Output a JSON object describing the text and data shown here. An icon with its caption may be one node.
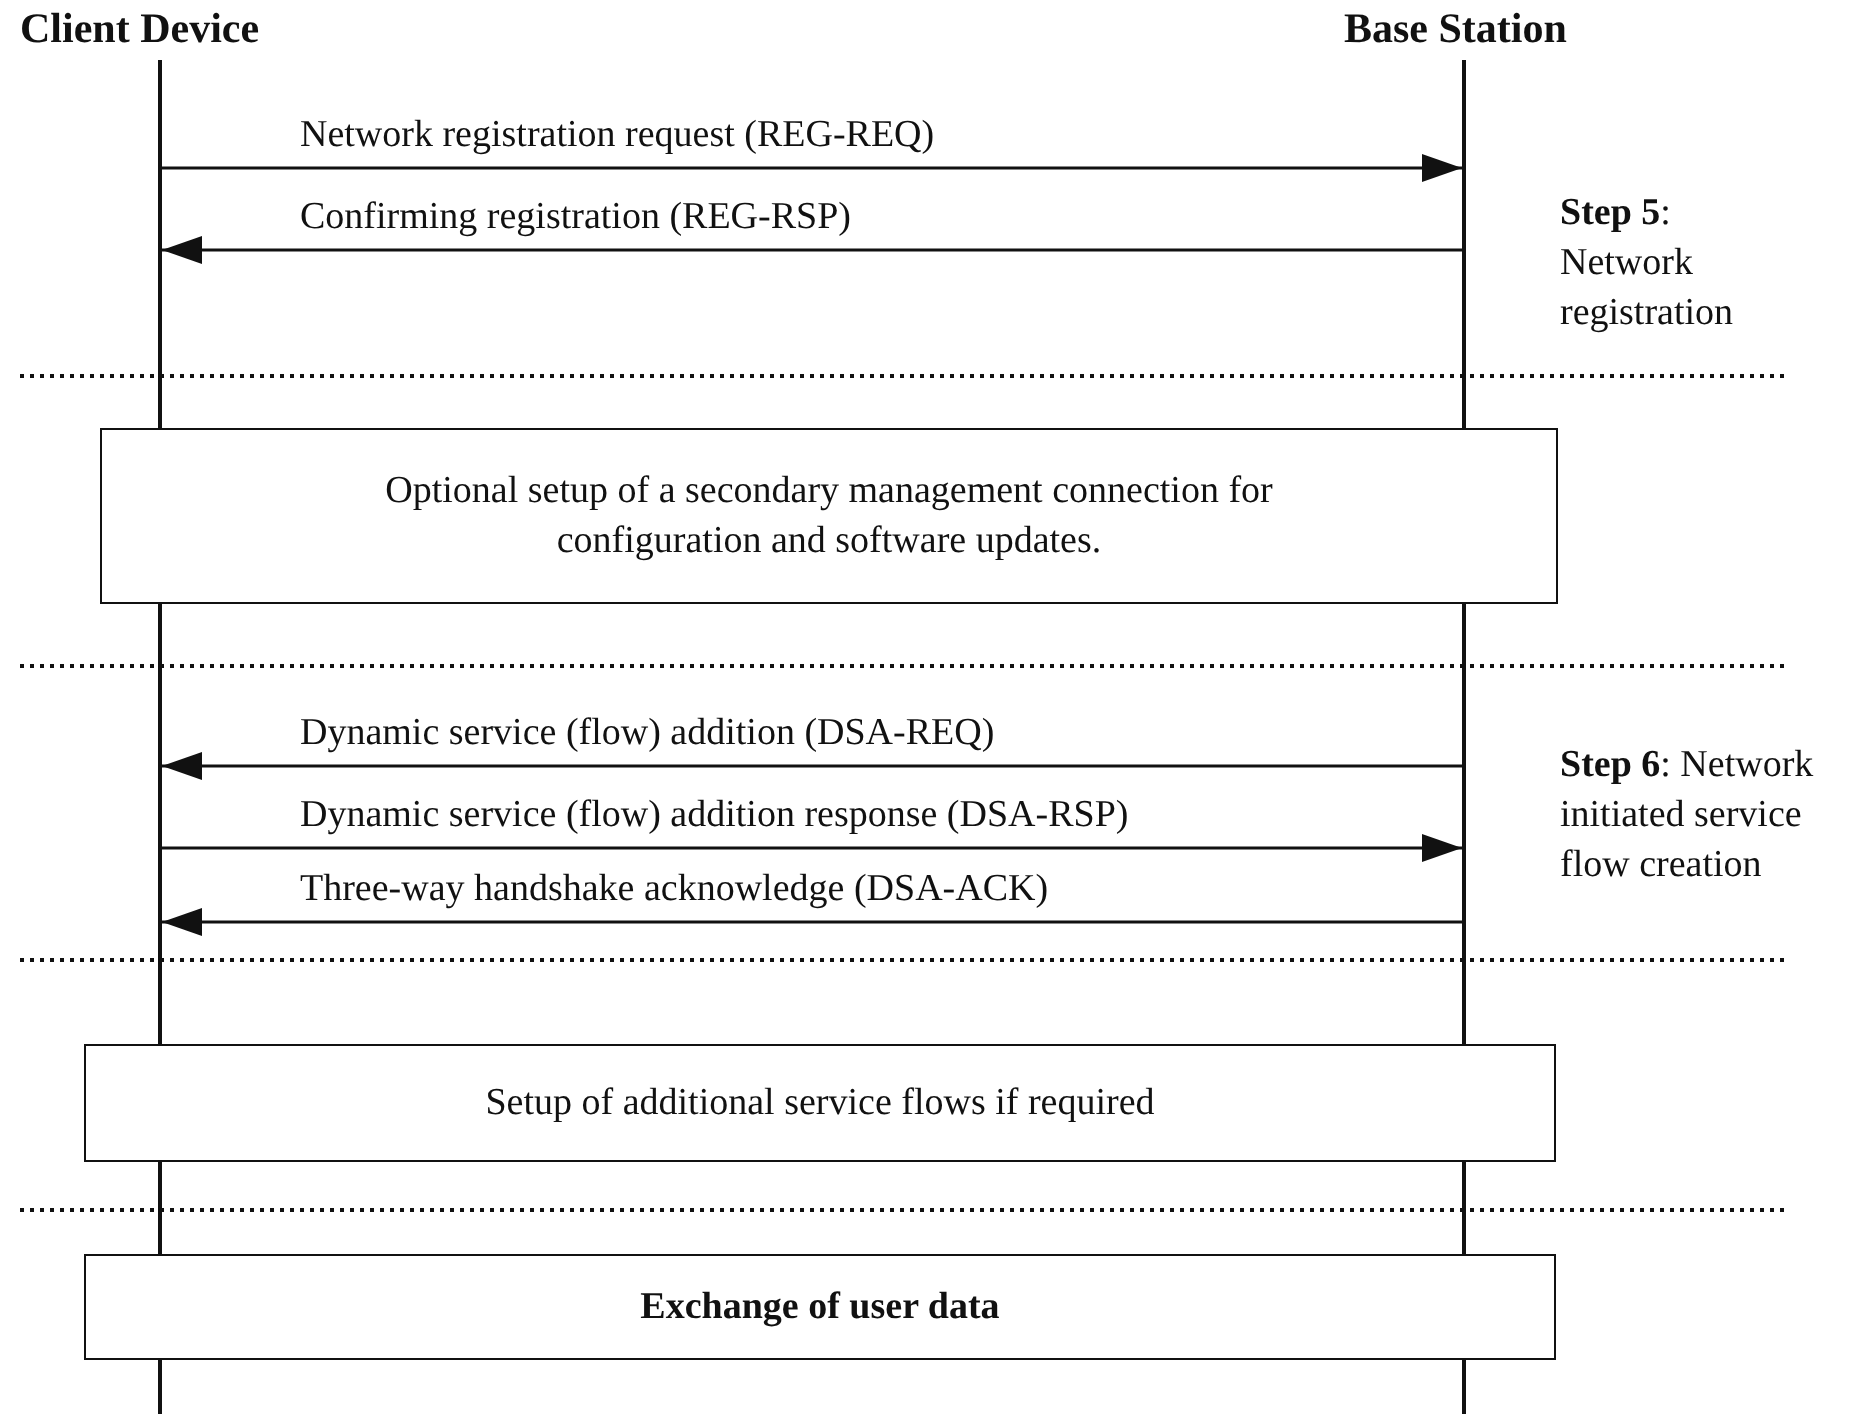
{
  "diagram": {
    "nodes": [
      {
        "text": [
          "Client Device"
        ]
      },
      {
        "text": [
          "Base Station"
        ]
      },
      {
        "text": [
          "Optional setup of a secondary management connection for configuration and software updates."
        ]
      },
      {
        "text": [
          "Setup of additional service flows if required"
        ]
      },
      {
        "text": [
          "Exchange of user data"
        ]
      }
    ],
    "edges": [
      {
        "from": 0,
        "to": 1,
        "arrow": "to",
        "label": "Network registration request (REG-REQ)"
      },
      {
        "from": 1,
        "to": 0,
        "arrow": "to",
        "label": "Confirming registration (REG-RSP)"
      },
      {
        "from": 1,
        "to": 0,
        "arrow": "to",
        "label": "Dynamic service (flow) addition (DSA-REQ)"
      },
      {
        "from": 0,
        "to": 1,
        "arrow": "to",
        "label": "Dynamic service (flow) addition response (DSA-RSP)"
      },
      {
        "from": 1,
        "to": 0,
        "arrow": "to",
        "label": "Three-way handshake acknowledge (DSA-ACK)"
      }
    ],
    "labels": [
      "**Step 5**: Network registration",
      "**Step 6**: Network initiated service flow creation"
    ]
  }
}
